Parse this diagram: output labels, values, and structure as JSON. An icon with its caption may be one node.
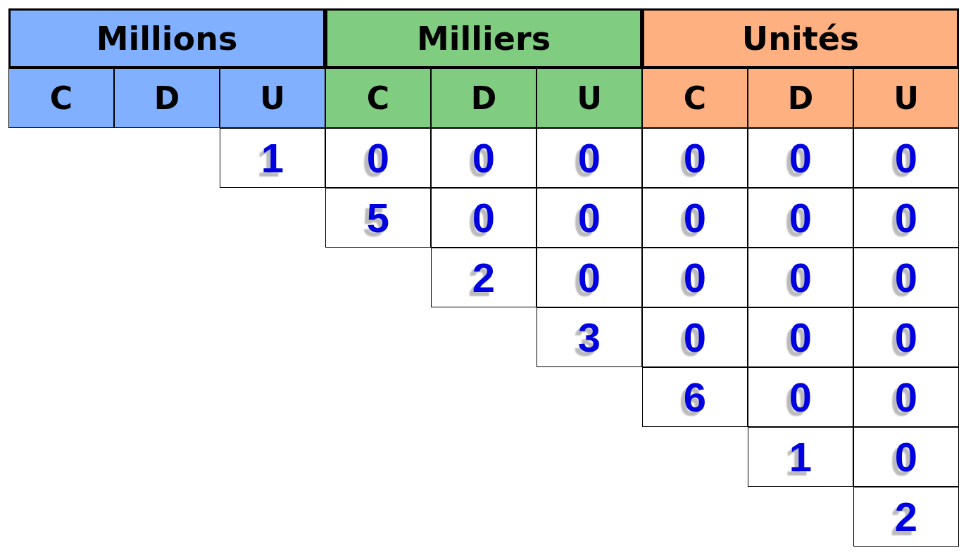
{
  "diagram": {
    "labels": [
      "Millions",
      "Milliers",
      "Unités",
      "C",
      "D",
      "U",
      "C",
      "D",
      "U",
      "C",
      "D",
      "U",
      "1",
      "0",
      "0",
      "0",
      "0",
      "0",
      "0",
      "5",
      "0",
      "0",
      "0",
      "0",
      "0",
      "2",
      "0",
      "0",
      "0",
      "0",
      "3",
      "0",
      "0",
      "0",
      "6",
      "0",
      "0",
      "1",
      "0",
      "2"
    ]
  }
}
